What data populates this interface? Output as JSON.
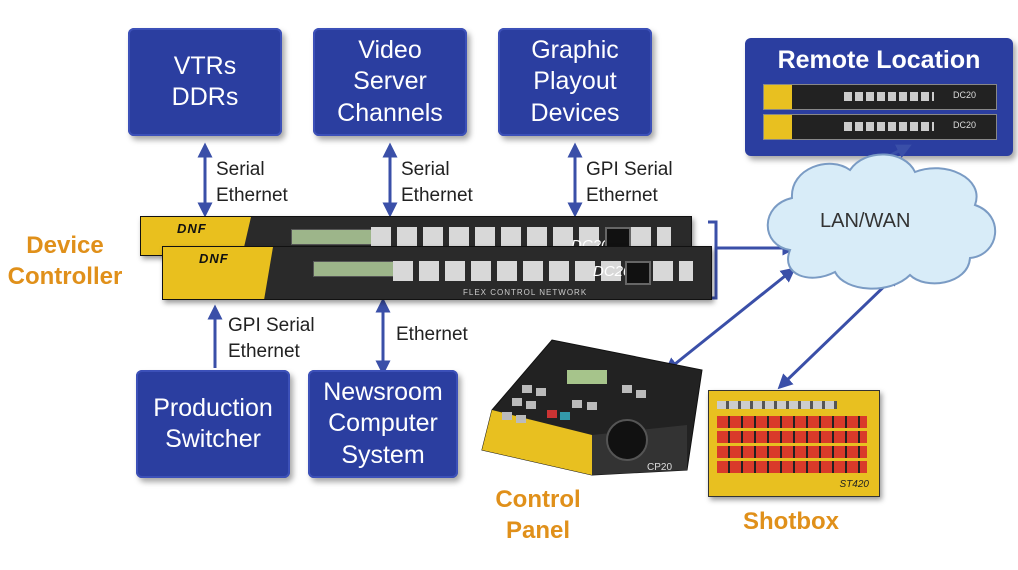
{
  "boxes": {
    "vtrs": "VTRs\nDDRs",
    "video_server": "Video\nServer\nChannels",
    "graphic": "Graphic\nPlayout\nDevices",
    "production": "Production\nSwitcher",
    "newsroom": "Newsroom\nComputer\nSystem"
  },
  "remote": {
    "title": "Remote Location",
    "model": "DC20"
  },
  "links": {
    "vtrs": "Serial\nEthernet",
    "video_server": "Serial\nEthernet",
    "graphic": "GPI Serial\nEthernet",
    "production": "GPI Serial\nEthernet",
    "newsroom": "Ethernet"
  },
  "device_controller": {
    "label": "Device\nController",
    "brand": "DNF",
    "model": "DC20",
    "subtitle": "FLEX CONTROL NETWORK"
  },
  "cloud": "LAN/WAN",
  "control_panel": {
    "label": "Control\nPanel",
    "model": "CP20"
  },
  "shotbox": {
    "label": "Shotbox",
    "model": "ST420"
  },
  "colors": {
    "box": "#2b3ea0",
    "orange": "#e0901a",
    "arrow": "#3a4fa8",
    "rack_yellow": "#e9c01e"
  }
}
